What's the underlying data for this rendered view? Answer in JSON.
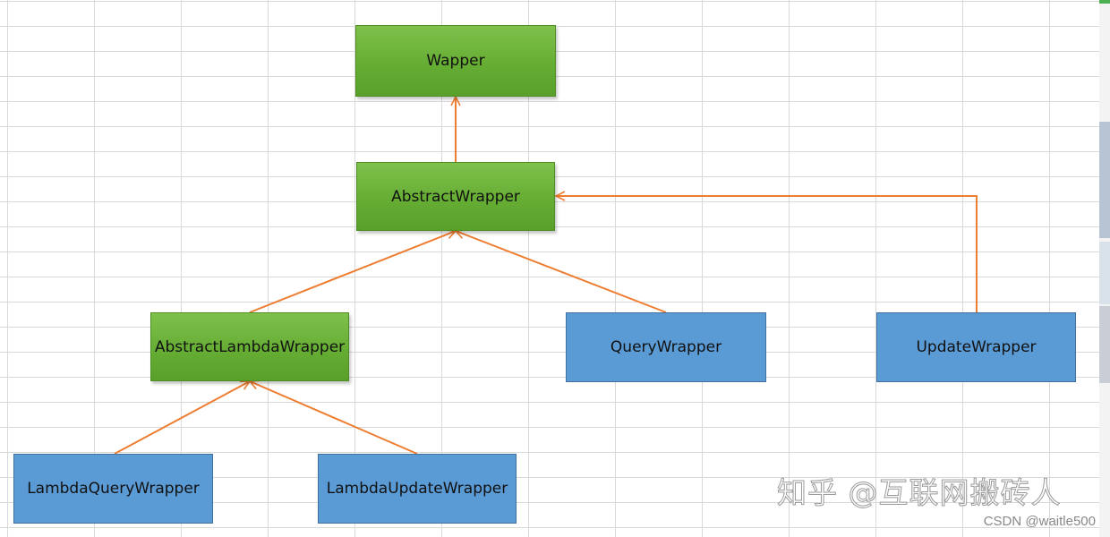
{
  "nodes": {
    "wapper": "Wapper",
    "abstract_wrapper": "AbstractWrapper",
    "abstract_lambda_wrapper": "AbstractLambdaWrapper",
    "query_wrapper": "QueryWrapper",
    "update_wrapper": "UpdateWrapper",
    "lambda_query_wrapper": "LambdaQueryWrapper",
    "lambda_update_wrapper": "LambdaUpdateWrapper"
  },
  "edges": [
    {
      "from": "AbstractWrapper",
      "to": "Wapper"
    },
    {
      "from": "AbstractLambdaWrapper",
      "to": "AbstractWrapper"
    },
    {
      "from": "QueryWrapper",
      "to": "AbstractWrapper"
    },
    {
      "from": "UpdateWrapper",
      "to": "AbstractWrapper"
    },
    {
      "from": "LambdaQueryWrapper",
      "to": "AbstractLambdaWrapper"
    },
    {
      "from": "LambdaUpdateWrapper",
      "to": "AbstractLambdaWrapper"
    }
  ],
  "watermark": "知乎 @互联网搬砖人",
  "credit": "CSDN @waitle500",
  "colors": {
    "green_node": "#6ab23a",
    "blue_node": "#5b9bd5",
    "arrow": "#ed7d31",
    "grid": "#d9d9d9"
  }
}
